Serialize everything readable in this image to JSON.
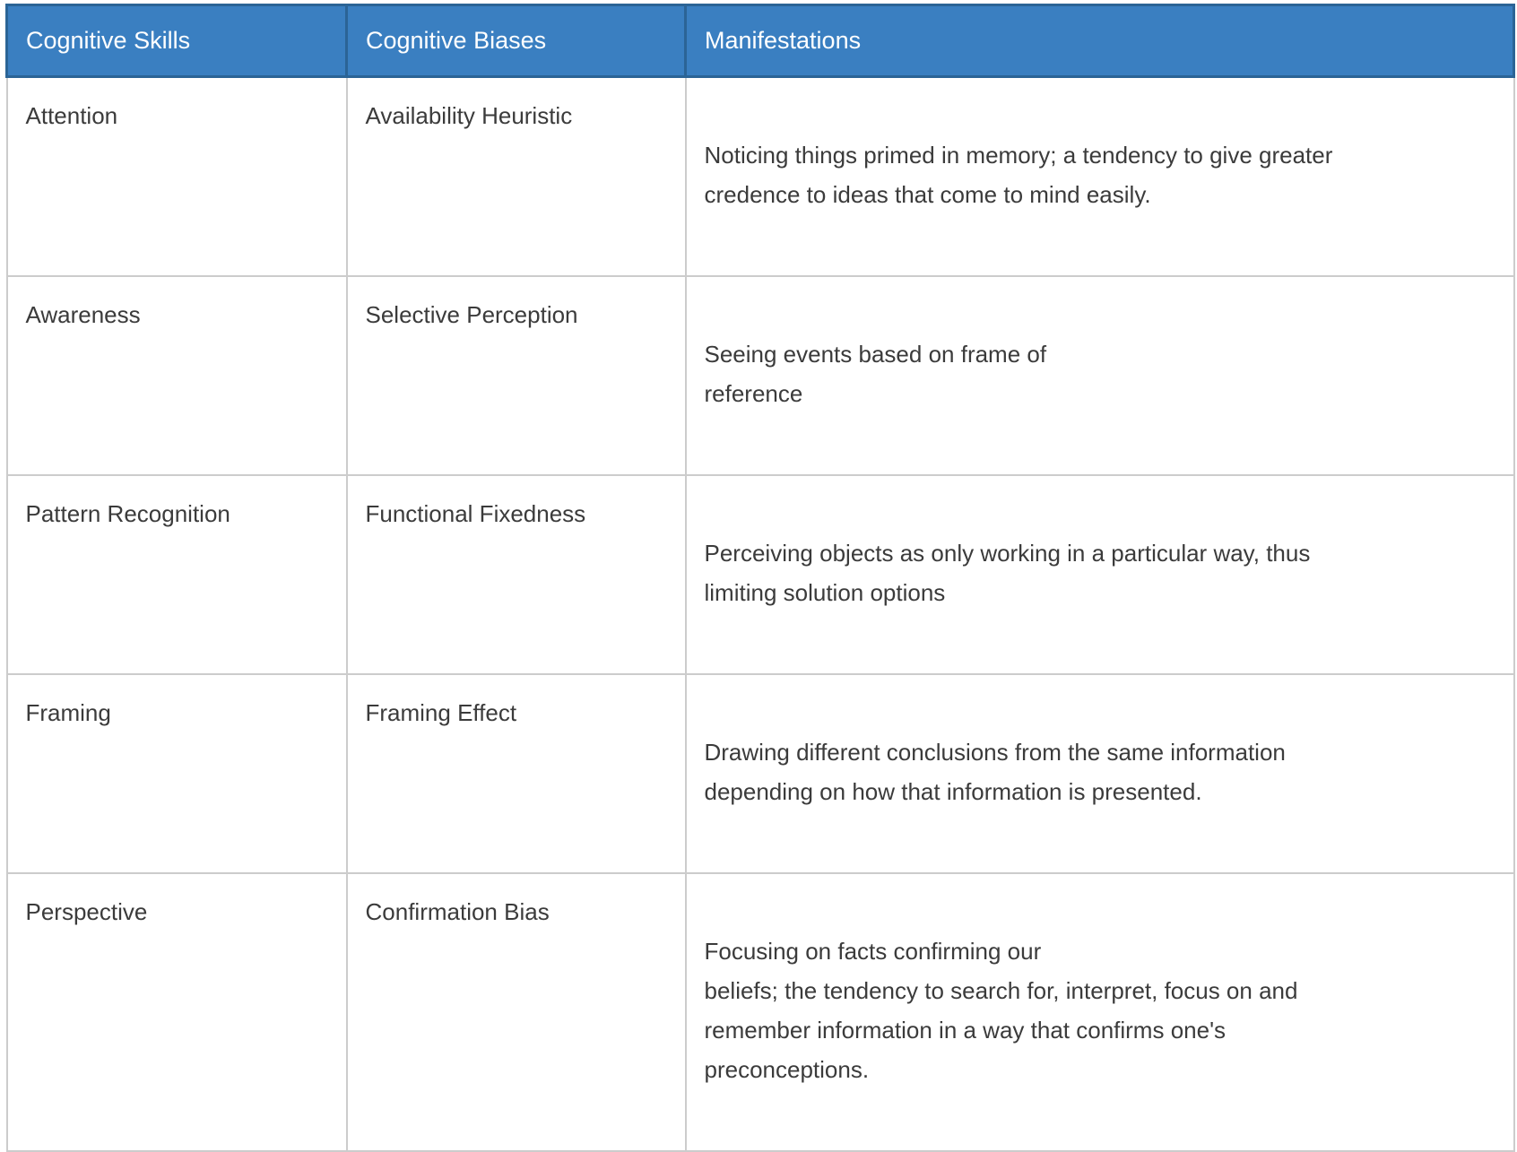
{
  "table": {
    "columns": [
      {
        "label": "Cognitive Skills"
      },
      {
        "label": "Cognitive Biases"
      },
      {
        "label": "Manifestations"
      }
    ],
    "rows": [
      {
        "skill": "Attention",
        "bias": "Availability Heuristic",
        "manifestation": "Noticing things primed in memory; a tendency to give greater credence to ideas that come to mind easily."
      },
      {
        "skill": "Awareness",
        "bias": "Selective Perception",
        "manifestation": "Seeing events based on frame of\nreference"
      },
      {
        "skill": "Pattern Recognition",
        "bias": "Functional Fixedness",
        "manifestation": "Perceiving objects as only working in a particular way, thus limiting solution options"
      },
      {
        "skill": "Framing",
        "bias": "Framing Effect",
        "manifestation": "Drawing different conclusions from the same information depending on how that information is presented."
      },
      {
        "skill": "Perspective",
        "bias": "Confirmation Bias",
        "manifestation": "Focusing on facts confirming our\nbeliefs; the tendency to search for, interpret, focus on and remember information in a way that confirms one's preconceptions."
      }
    ],
    "colors": {
      "header_bg": "#3a7fc1",
      "header_border": "#2b6496",
      "header_text": "#ffffff",
      "body_border": "#cccccc",
      "body_text": "#3b3b3b"
    }
  }
}
